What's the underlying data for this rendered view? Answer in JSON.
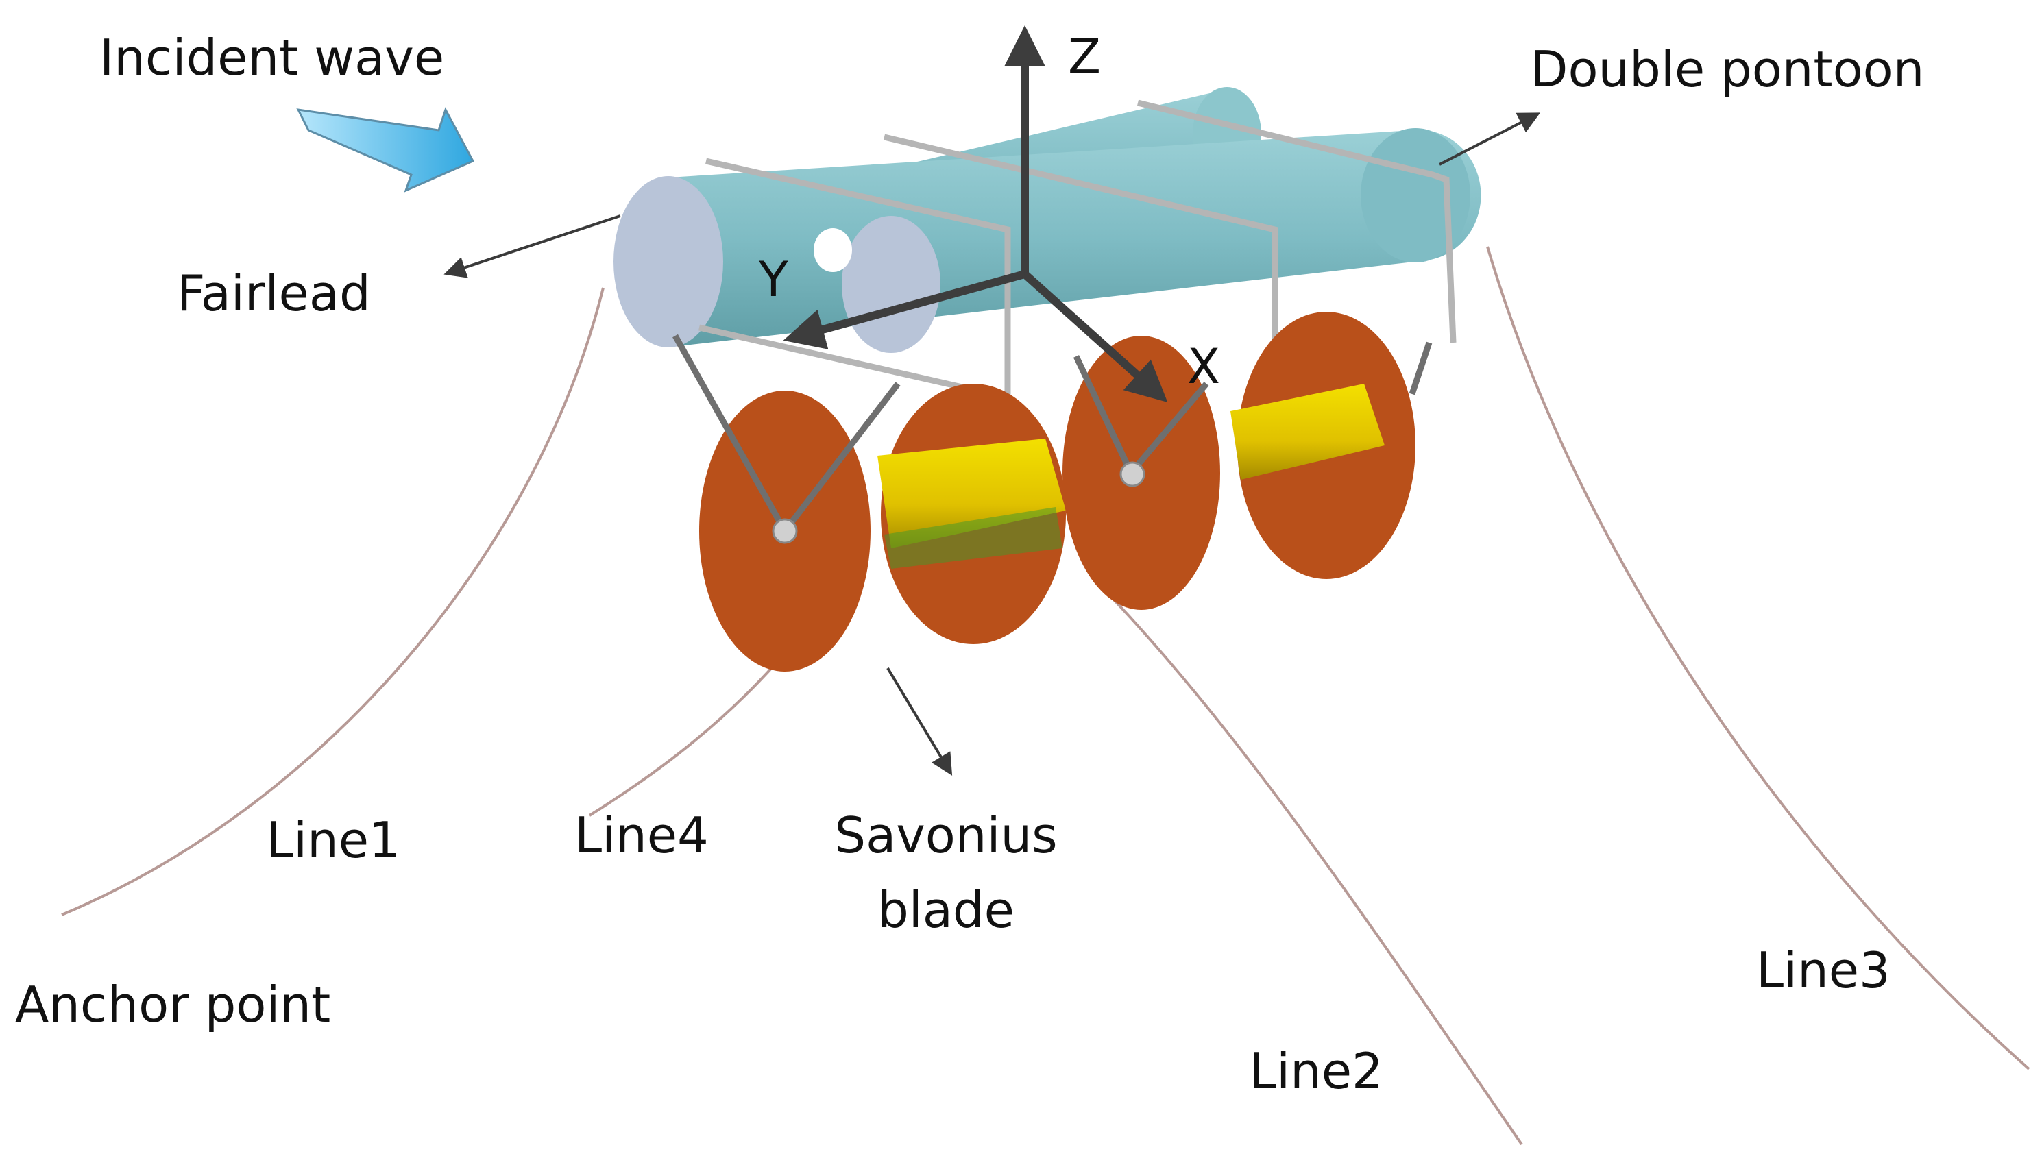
{
  "labels": {
    "incident_wave": "Incident wave",
    "double_pontoon": "Double pontoon",
    "fairlead": "Fairlead",
    "anchor_point": "Anchor point",
    "savonius_blade_line1": "Savonius",
    "savonius_blade_line2": "blade",
    "line1": "Line1",
    "line2": "Line2",
    "line3": "Line3",
    "line4": "Line4"
  },
  "axes": {
    "x": "X",
    "y": "Y",
    "z": "Z"
  },
  "colors": {
    "pontoon": "#7fbcc4",
    "pontoon_end": "#b8c4d8",
    "frame": "#b5b5b5",
    "disc": "#b9501a",
    "shaft": "#e0c100",
    "axis_arrow": "#3d3d3d",
    "wave_arrow": "#6cc8f0",
    "mooring_line": "#b79a96"
  }
}
